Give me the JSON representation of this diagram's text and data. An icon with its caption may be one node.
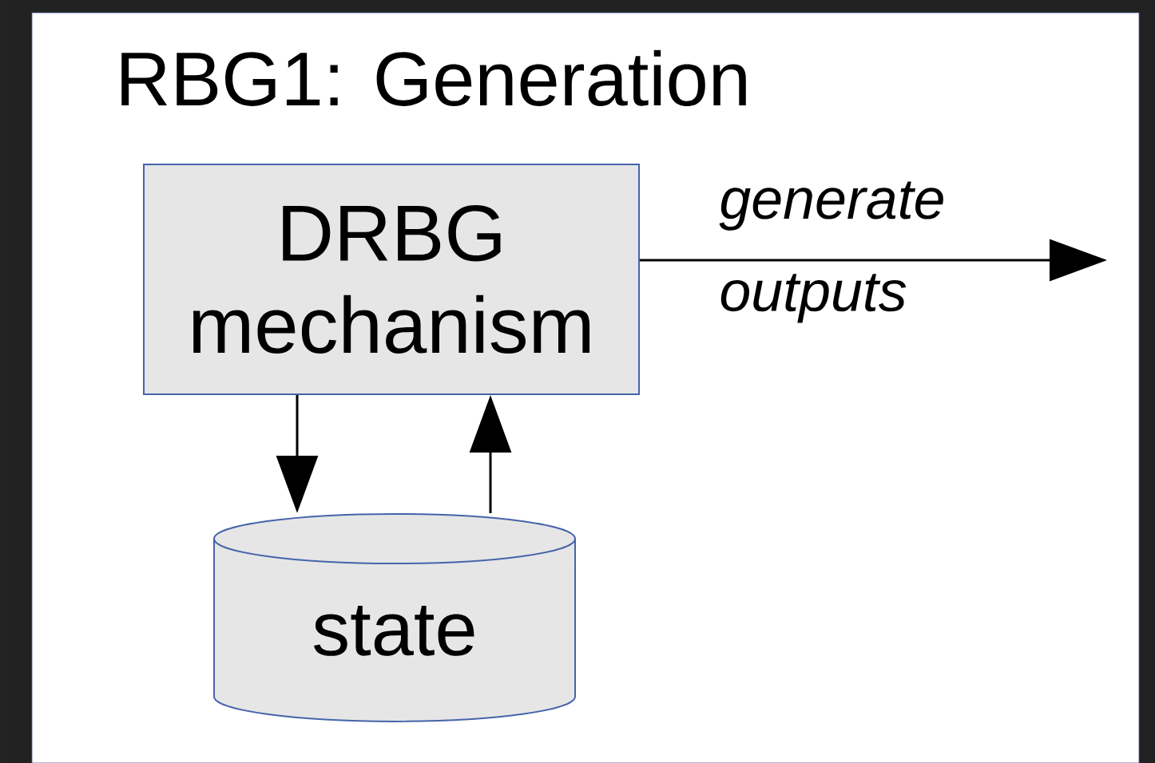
{
  "diagram": {
    "title": "RBG1: Generation",
    "nodes": [
      {
        "text": [
          "DRBG mechanism"
        ]
      },
      {
        "text": [
          "state"
        ]
      }
    ],
    "edges": [
      {
        "from": 0,
        "to": null,
        "arrow": "to",
        "label": "generate outputs"
      },
      {
        "from": 0,
        "to": 1,
        "arrow": "to"
      },
      {
        "from": 1,
        "to": 0,
        "arrow": "to"
      }
    ]
  }
}
